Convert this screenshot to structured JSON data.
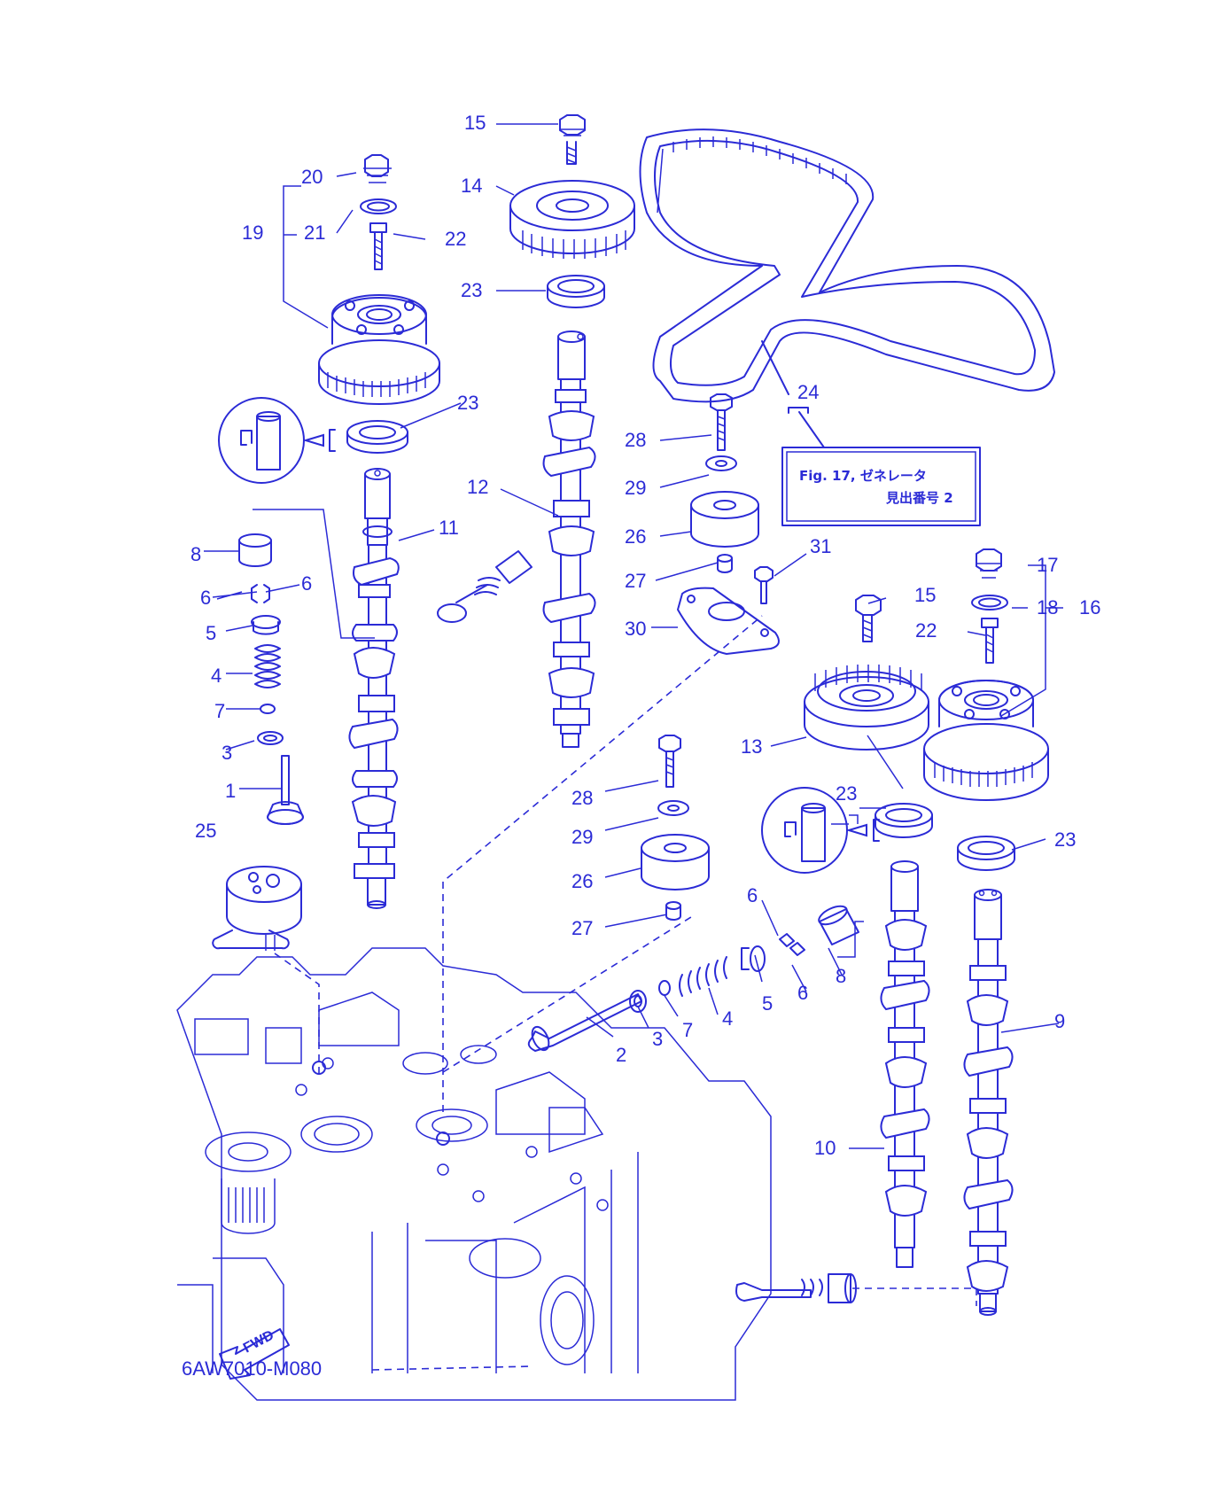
{
  "diagram": {
    "code": "6AW7010-M080",
    "fwd_label": "FWD",
    "reference_box": {
      "line1": "Fig. 17, ゼネレータ",
      "line2": "見出番号 2"
    },
    "ink_color": "#2b2bd6",
    "background_color": "#ffffff"
  },
  "callouts": [
    {
      "id": "c20",
      "label": "20"
    },
    {
      "id": "c21",
      "label": "21"
    },
    {
      "id": "c19",
      "label": "19"
    },
    {
      "id": "c22a",
      "label": "22"
    },
    {
      "id": "c23a",
      "label": "23"
    },
    {
      "id": "c8a",
      "label": "8"
    },
    {
      "id": "c6a",
      "label": "6"
    },
    {
      "id": "c6b",
      "label": "6"
    },
    {
      "id": "c5a",
      "label": "5"
    },
    {
      "id": "c4a",
      "label": "4"
    },
    {
      "id": "c7a",
      "label": "7"
    },
    {
      "id": "c3a",
      "label": "3"
    },
    {
      "id": "c1",
      "label": "1"
    },
    {
      "id": "c25",
      "label": "25"
    },
    {
      "id": "c11",
      "label": "11"
    },
    {
      "id": "c15a",
      "label": "15"
    },
    {
      "id": "c14",
      "label": "14"
    },
    {
      "id": "c23b",
      "label": "23"
    },
    {
      "id": "c12",
      "label": "12"
    },
    {
      "id": "c24",
      "label": "24"
    },
    {
      "id": "c28a",
      "label": "28"
    },
    {
      "id": "c29a",
      "label": "29"
    },
    {
      "id": "c26a",
      "label": "26"
    },
    {
      "id": "c27a",
      "label": "27"
    },
    {
      "id": "c31",
      "label": "31"
    },
    {
      "id": "c30",
      "label": "30"
    },
    {
      "id": "c15b",
      "label": "15"
    },
    {
      "id": "c17",
      "label": "17"
    },
    {
      "id": "c18",
      "label": "18"
    },
    {
      "id": "c16",
      "label": "16"
    },
    {
      "id": "c22b",
      "label": "22"
    },
    {
      "id": "c13",
      "label": "13"
    },
    {
      "id": "c28b",
      "label": "28"
    },
    {
      "id": "c29b",
      "label": "29"
    },
    {
      "id": "c26b",
      "label": "26"
    },
    {
      "id": "c27b",
      "label": "27"
    },
    {
      "id": "c23c",
      "label": "23"
    },
    {
      "id": "c23d",
      "label": "23"
    },
    {
      "id": "c6c",
      "label": "6"
    },
    {
      "id": "c6d",
      "label": "6"
    },
    {
      "id": "c8b",
      "label": "8"
    },
    {
      "id": "c5b",
      "label": "5"
    },
    {
      "id": "c4b",
      "label": "4"
    },
    {
      "id": "c7b",
      "label": "7"
    },
    {
      "id": "c3b",
      "label": "3"
    },
    {
      "id": "c2",
      "label": "2"
    },
    {
      "id": "c9",
      "label": "9"
    },
    {
      "id": "c10",
      "label": "10"
    }
  ]
}
